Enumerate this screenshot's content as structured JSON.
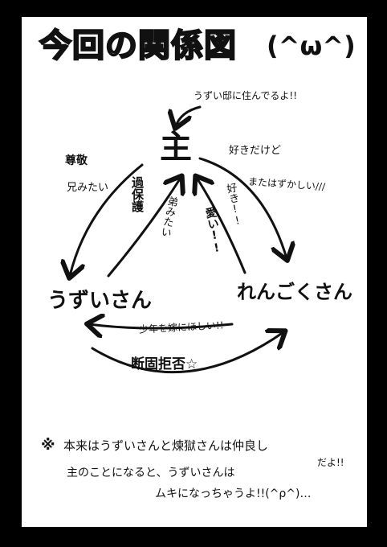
{
  "title": {
    "main": "今回の関係図",
    "face": "(^ω^)"
  },
  "nodes": {
    "master": "主",
    "uzui": "うずいさん",
    "rengoku": "れんごくさん"
  },
  "labels": {
    "master_note": "うずい邸に住んでるよ!!",
    "respect": "尊敬",
    "respect_2": "兄みたい",
    "overprotect": "過保護",
    "admire": "弟みたい",
    "like_but": "好きだけど",
    "like_but_2": "またはずかしい///",
    "like_rengoku": "好き!!",
    "cute": "愛い!!",
    "bride": "少年を嫁にほしい!!",
    "refuse": "断固拒否☆"
  },
  "footnote": {
    "mark": "※",
    "line1": "本来はうずいさんと煉獄さんは仲良し",
    "line1_end": "だよ!!",
    "line2": "主のことになると、うずいさんは",
    "line3": "ムキになっちゃうよ!!(^ρ^)…"
  }
}
